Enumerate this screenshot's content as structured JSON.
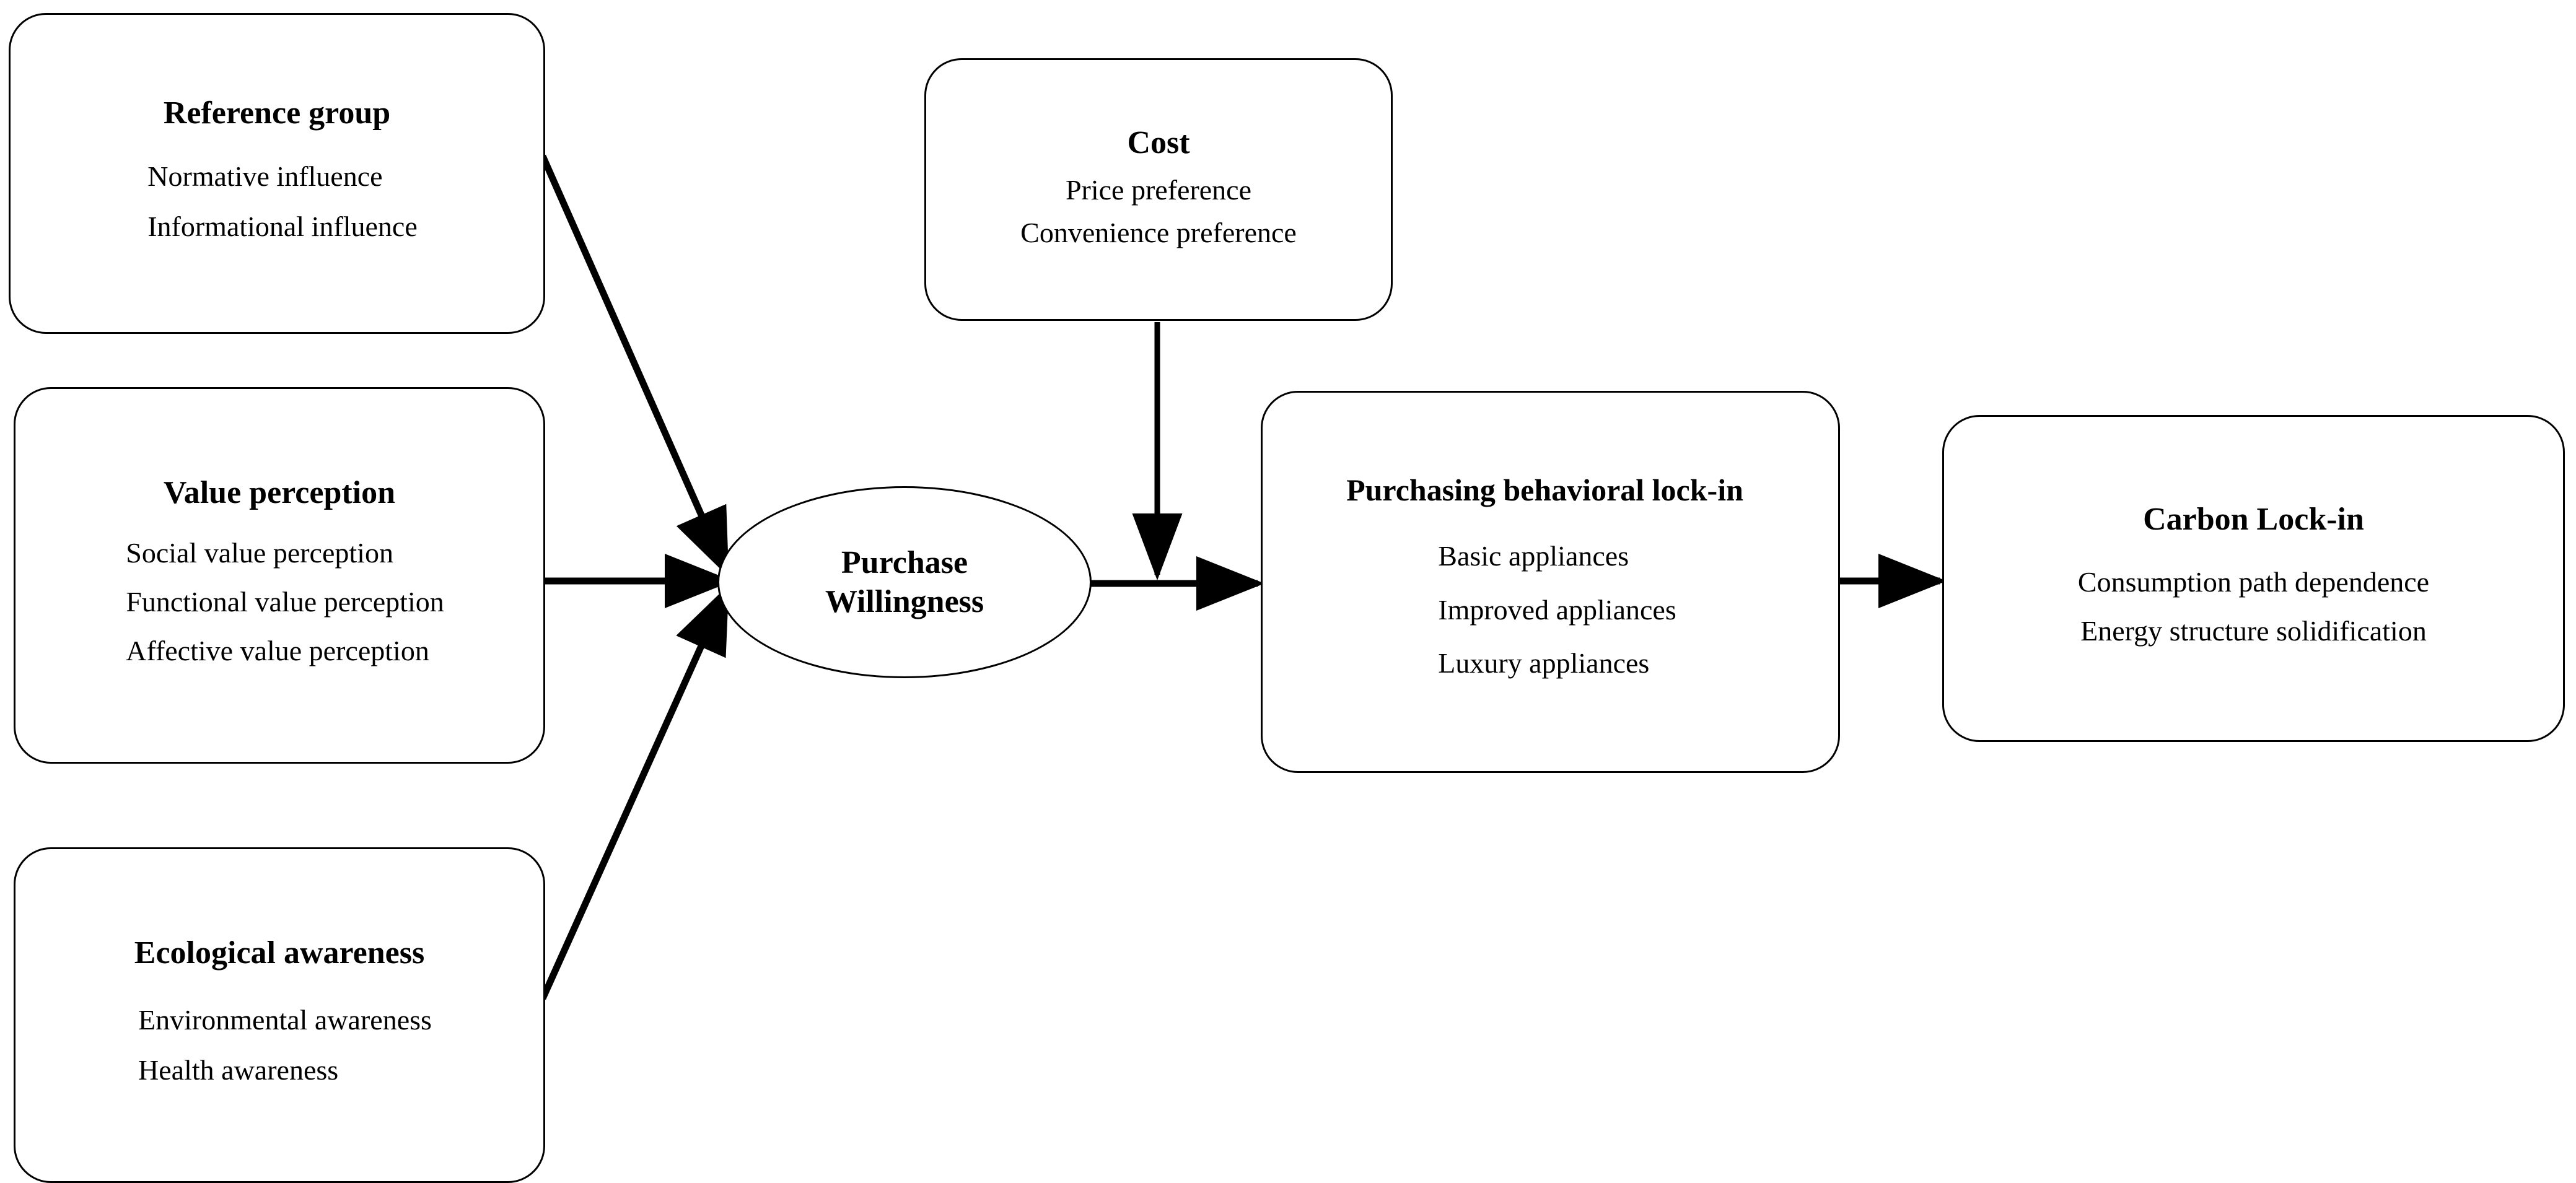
{
  "diagram": {
    "type": "conceptual-framework-flow",
    "background_color": "#ffffff",
    "line_color": "#000000",
    "nodes": [
      {
        "id": "reference-group",
        "shape": "rounded-rectangle",
        "title": "Reference group",
        "items": [
          "Normative influence",
          "Informational influence"
        ]
      },
      {
        "id": "value-perception",
        "shape": "rounded-rectangle",
        "title": "Value perception",
        "items": [
          "Social value perception",
          "Functional value perception",
          "Affective value perception"
        ]
      },
      {
        "id": "ecological-awareness",
        "shape": "rounded-rectangle",
        "title": "Ecological awareness",
        "items": [
          "Environmental awareness",
          "Health awareness"
        ]
      },
      {
        "id": "cost",
        "shape": "rounded-rectangle",
        "title": "Cost",
        "items": [
          "Price preference",
          "Convenience preference"
        ]
      },
      {
        "id": "purchase-willingness",
        "shape": "ellipse",
        "title_lines": [
          "Purchase",
          "Willingness"
        ]
      },
      {
        "id": "purchasing-lock-in",
        "shape": "rounded-rectangle",
        "title": "Purchasing behavioral lock-in",
        "items": [
          "Basic  appliances",
          "Improved appliances",
          "Luxury appliances"
        ]
      },
      {
        "id": "carbon-lock-in",
        "shape": "rounded-rectangle",
        "title": "Carbon Lock-in",
        "items": [
          "Consumption path dependence",
          "Energy structure  solidification"
        ]
      }
    ],
    "edges": [
      {
        "from": "reference-group",
        "to": "purchase-willingness",
        "style": "solid-arrow"
      },
      {
        "from": "value-perception",
        "to": "purchase-willingness",
        "style": "solid-arrow"
      },
      {
        "from": "ecological-awareness",
        "to": "purchase-willingness",
        "style": "solid-arrow"
      },
      {
        "from": "cost",
        "to": "purchase-willingness-output",
        "style": "solid-arrow"
      },
      {
        "from": "purchase-willingness",
        "to": "purchasing-lock-in",
        "style": "solid-arrow"
      },
      {
        "from": "purchasing-lock-in",
        "to": "carbon-lock-in",
        "style": "solid-arrow"
      }
    ]
  }
}
